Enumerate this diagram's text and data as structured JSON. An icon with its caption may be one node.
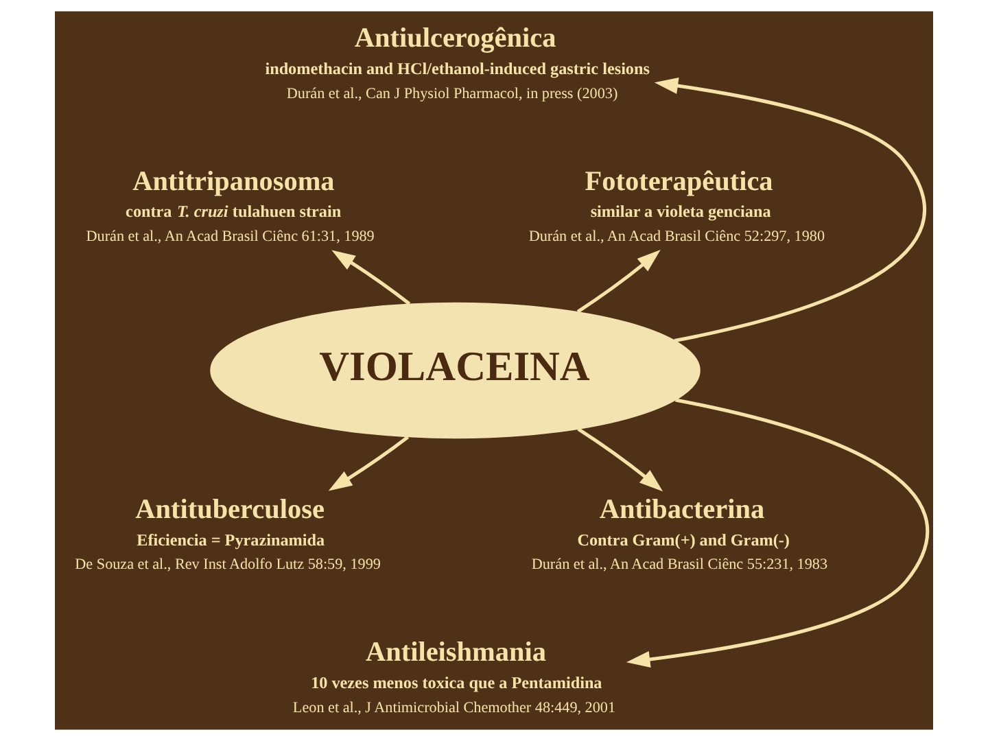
{
  "diagram": {
    "nodes": [
      {
        "text": [
          "Antiulcerogênica",
          "indomethacin and HCl/ethanol-induced gastric lesions",
          "Durán et al., Can J Physiol Pharmacol, in press (2003)"
        ]
      },
      {
        "text": [
          "Antitripanosoma",
          "contra *T. cruzi* tulahuen strain",
          "Durán et al., An Acad Brasil Ciênc 61:31, 1989"
        ]
      },
      {
        "text": [
          "Fototerapêutica",
          "similar a violeta genciana",
          "Durán et al., An Acad Brasil Ciênc 52:297, 1980"
        ]
      },
      {
        "text": [
          "VIOLACEINA"
        ]
      },
      {
        "text": [
          "Antituberculose",
          "Eficiencia = Pyrazinamida",
          "De Souza et al., Rev Inst Adolfo Lutz 58:59, 1999"
        ]
      },
      {
        "text": [
          "Antibacterina",
          "Contra Gram(+) and Gram(-)",
          "Durán et al., An Acad Brasil Ciênc 55:231, 1983"
        ]
      },
      {
        "text": [
          "Antileishmania",
          "10 vezes menos toxica que a Pentamidina",
          "Leon et al., J Antimicrobial Chemother 48:449, 2001"
        ]
      }
    ],
    "edges": [
      {
        "from": 3,
        "to": 0,
        "arrow": "to"
      },
      {
        "from": 3,
        "to": 1,
        "arrow": "to"
      },
      {
        "from": 3,
        "to": 2,
        "arrow": "to"
      },
      {
        "from": 3,
        "to": 4,
        "arrow": "to"
      },
      {
        "from": 3,
        "to": 5,
        "arrow": "to"
      },
      {
        "from": 3,
        "to": 6,
        "arrow": "to"
      }
    ]
  }
}
